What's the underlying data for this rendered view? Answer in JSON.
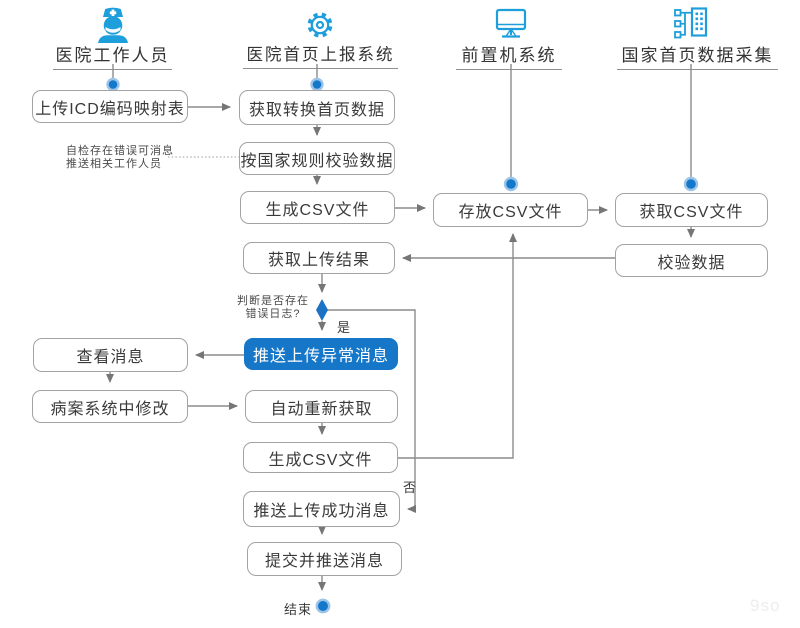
{
  "diagram": {
    "lanes": [
      {
        "label": "医院工作人员",
        "icon": "nurse-icon"
      },
      {
        "label": "医院首页上报系统",
        "icon": "gear-icon"
      },
      {
        "label": "前置机系统",
        "icon": "monitor-icon"
      },
      {
        "label": "国家首页数据采集",
        "icon": "data-collection-icon"
      }
    ],
    "nodes": {
      "upload_icd": "上传ICD编码映射表",
      "fetch_convert": "获取转换首页数据",
      "validate_rules": "按国家规则校验数据",
      "gen_csv_1": "生成CSV文件",
      "get_result": "获取上传结果",
      "push_error": "推送上传异常消息",
      "view_msg": "查看消息",
      "modify_mrs": "病案系统中修改",
      "auto_refetch": "自动重新获取",
      "gen_csv_2": "生成CSV文件",
      "push_success": "推送上传成功消息",
      "submit_push": "提交并推送消息",
      "store_csv": "存放CSV文件",
      "get_csv": "获取CSV文件",
      "check_data": "校验数据"
    },
    "labels": {
      "note_line1": "自检存在错误可消息",
      "note_line2": "推送相关工作人员",
      "decision_line1": "判断是否存在",
      "decision_line2": "错误日志?",
      "yes": "是",
      "no": "否",
      "end": "结束"
    },
    "colors": {
      "accent_blue": "#1677C8",
      "icon_blue": "#1E9FDB",
      "line_gray": "#8b8b8b",
      "border_gray": "#a3a3a3"
    },
    "watermark": "9so"
  }
}
